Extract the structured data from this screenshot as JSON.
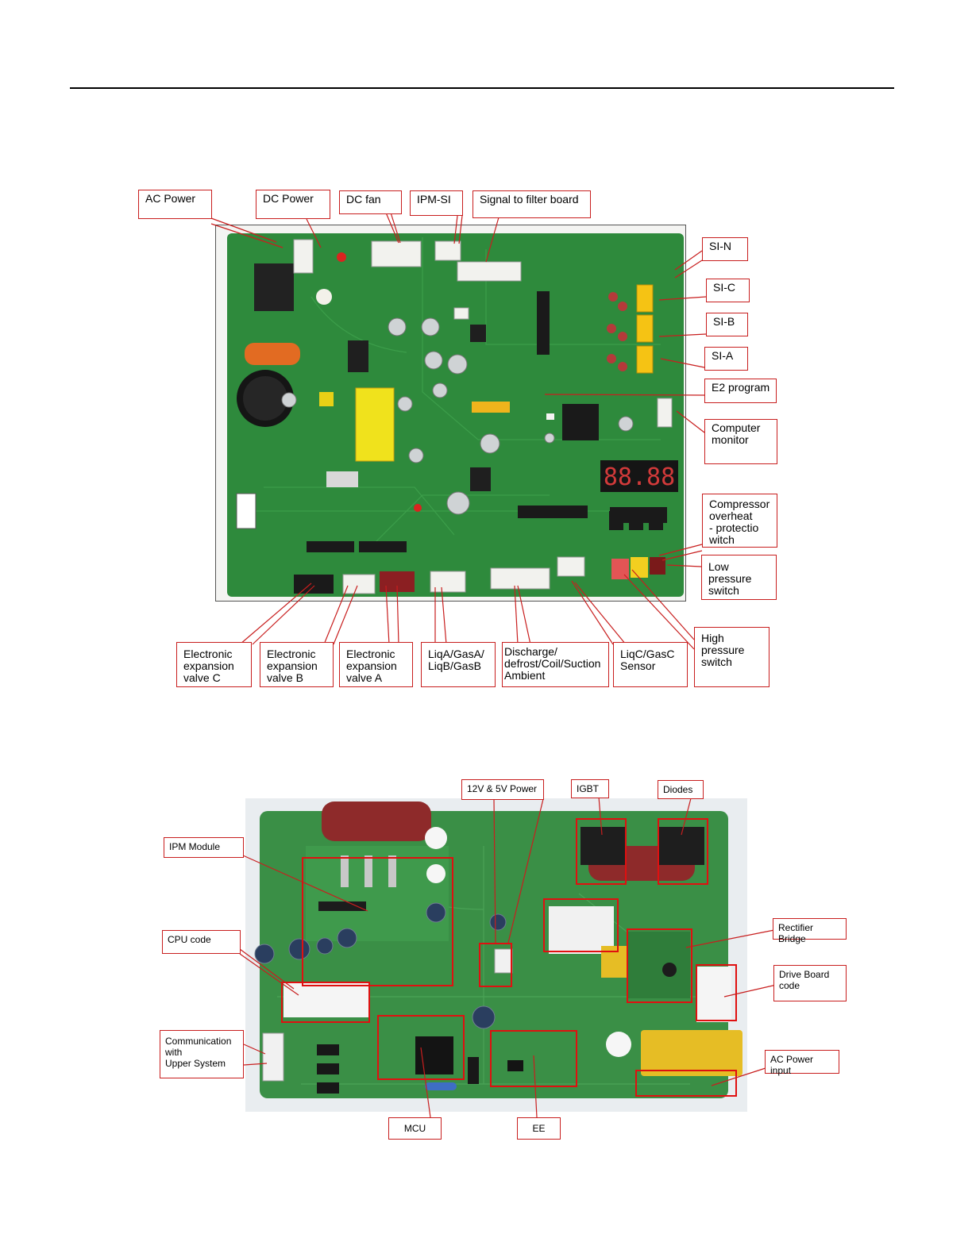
{
  "figure1": {
    "labels": {
      "ac_power": "AC Power",
      "dc_power": "DC Power",
      "dc_fan": "DC fan",
      "ipm_si": "IPM-SI",
      "signal_filter": "Signal to filter board",
      "si_n": "SI-N",
      "si_c": "SI-C",
      "si_b": "SI-B",
      "si_a": "SI-A",
      "e2_program": "E2 program",
      "computer_monitor": "Computer\nmonitor",
      "compressor_overheat": "Compressor\noverheat\n- protectio\n   witch",
      "low_pressure": "Low\npressure\nswitch",
      "high_pressure": "High\npressure\nswitch",
      "exv_c": "Electronic\nexpansion\nvalve C",
      "exv_b": "Electronic\nexpansion\nvalve B",
      "exv_a": "Electronic\nexpansion\nvalve A",
      "liq_gas_ab": "LiqA/GasA/\nLiqB/GasB",
      "discharge": "Discharge/\ndefrost/Coil/Suction\n Ambient",
      "liqc_gasc": "LiqC/GasC\nSensor"
    },
    "display_digits": "88.88"
  },
  "figure2": {
    "labels": {
      "power_12v5v": "12V & 5V  Power",
      "igbt": "IGBT",
      "diodes": "Diodes",
      "ipm_module": "IPM  Module",
      "cpu_code": "CPU code",
      "rectifier_bridge": "Rectifier Bridge",
      "drive_board_code": "Drive Board\ncode",
      "communication": "Communication\nwith\nUpper System",
      "ac_power_input": "AC Power input",
      "mcu": "MCU",
      "ee": "EE"
    }
  },
  "colors": {
    "board_green": "#2e8a3c",
    "label_border": "#c81e1e",
    "highlight": "#e01010"
  }
}
